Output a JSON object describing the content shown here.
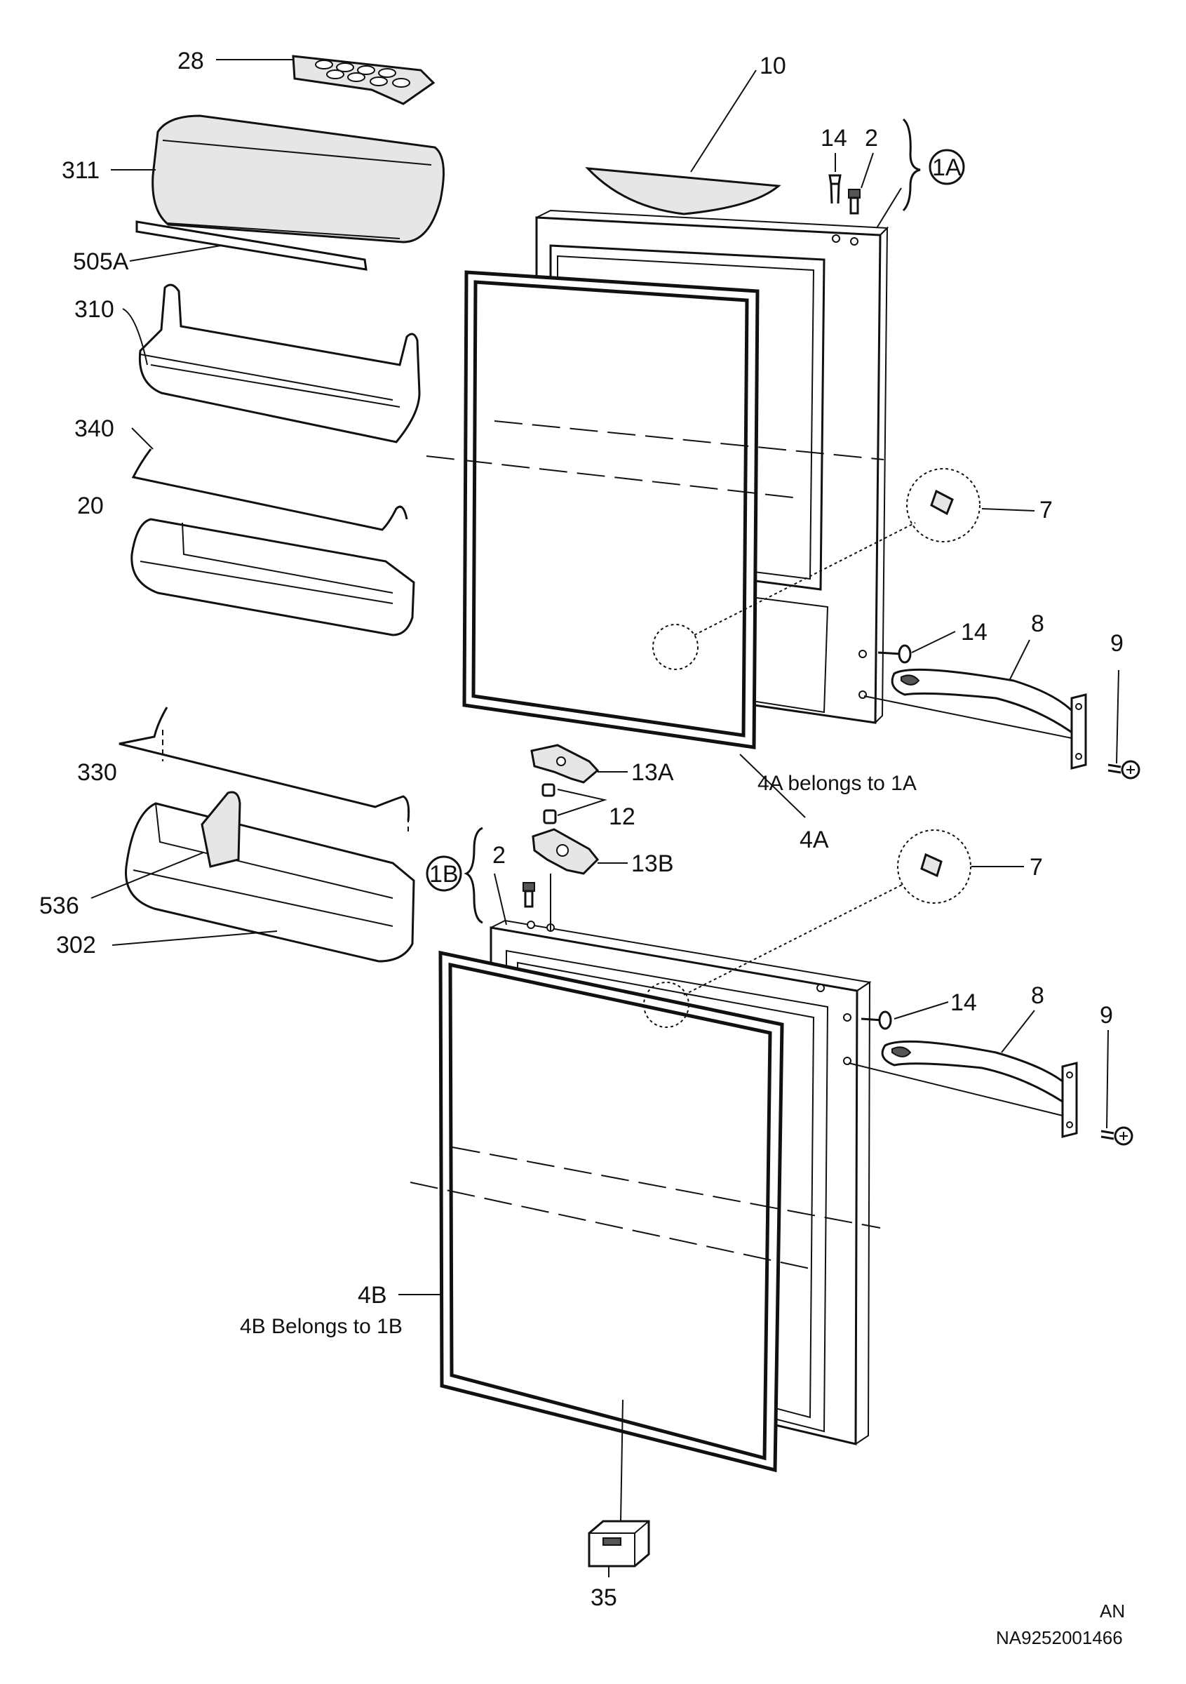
{
  "labels": {
    "p28": "28",
    "p311": "311",
    "p505A": "505A",
    "p310": "310",
    "p340": "340",
    "p20": "20",
    "p330": "330",
    "p536": "536",
    "p302": "302",
    "p10": "10",
    "p14_top": "14",
    "p2_top": "2",
    "p1A": "1A",
    "p7_top": "7",
    "p14_mid": "14",
    "p8_top": "8",
    "p9_top": "9",
    "p13A": "13A",
    "p12": "12",
    "p13B": "13B",
    "p4A": "4A",
    "p1B": "1B",
    "p2_mid": "2",
    "p7_mid": "7",
    "p14_low": "14",
    "p8_low": "8",
    "p9_low": "9",
    "p4B": "4B",
    "p35": "35"
  },
  "notes": {
    "n4A": "4A belongs to 1A",
    "n4B": "4B  Belongs to 1B"
  },
  "footer": {
    "code1": "AN",
    "code2": "NA9252001466"
  }
}
